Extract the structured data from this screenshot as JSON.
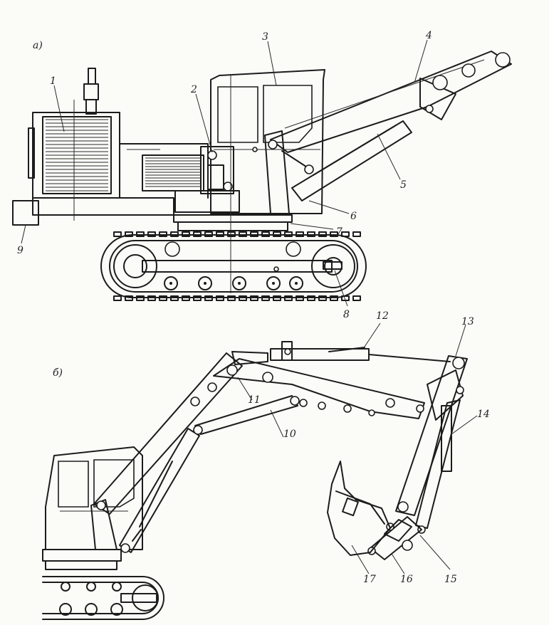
{
  "figure": {
    "views": [
      {
        "id": "a",
        "label": "а)"
      },
      {
        "id": "b",
        "label": "б)"
      }
    ],
    "callouts": [
      "1",
      "2",
      "3",
      "4",
      "5",
      "6",
      "7",
      "8",
      "9",
      "10",
      "11",
      "12",
      "13",
      "14",
      "15",
      "16",
      "17"
    ]
  }
}
